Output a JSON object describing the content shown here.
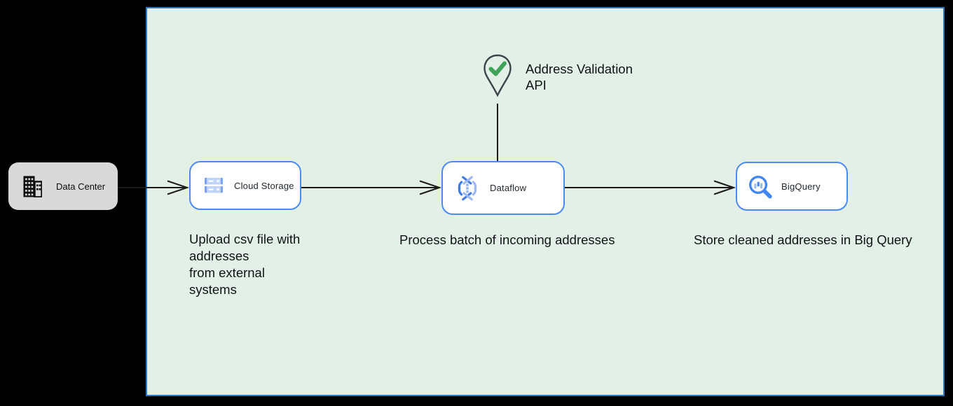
{
  "panel": {
    "bg": "#e3f0e8",
    "border": "#2f77b6"
  },
  "external": {
    "label": "Data Center"
  },
  "nodes": {
    "cloud_storage": {
      "label": "Cloud Storage",
      "caption": "Upload csv file with\naddresses\nfrom external\nsystems"
    },
    "dataflow": {
      "label": "Dataflow",
      "caption": "Process batch of incoming addresses"
    },
    "bigquery": {
      "label": "BigQuery",
      "caption": "Store cleaned addresses in Big Query"
    }
  },
  "annotation": {
    "label": "Address Validation\nAPI"
  },
  "icons": [
    "building-icon",
    "cloud-storage-icon",
    "dataflow-icon",
    "bigquery-icon",
    "map-pin-check-icon"
  ],
  "colors": {
    "canvas_bg": "#000000",
    "panel_bg": "#e3f0e8",
    "panel_border": "#2f77b6",
    "node_border": "#4a8af4",
    "google_blue": "#4285f4",
    "light_blue": "#9db9f3",
    "check_green": "#3fa45a",
    "external_node_bg": "#d9d9d9",
    "arrow": "#1a1a1a",
    "text": "#101316"
  }
}
